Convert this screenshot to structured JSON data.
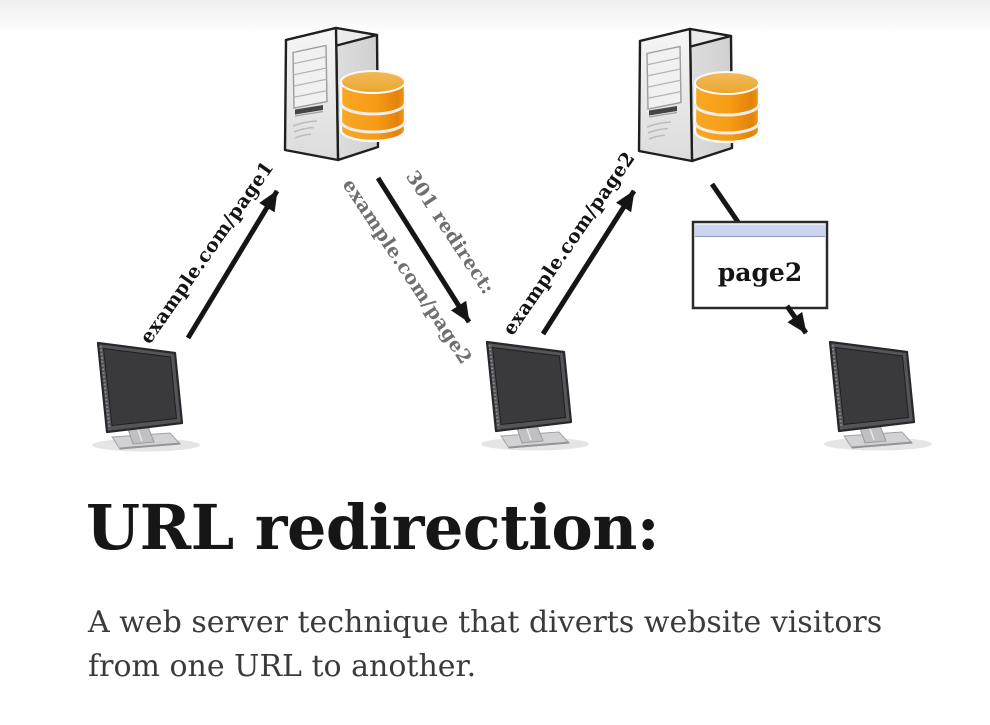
{
  "heading": {
    "title": "URL redirection:"
  },
  "description": {
    "text": "A web server technique that diverts website visitors from one URL to another."
  },
  "diagram": {
    "labels": {
      "request1": "example.com/page1",
      "redirect_status": "301 redirect:",
      "redirect_location": "example.com/page2",
      "request2": "example.com/page2",
      "window_content": "page2"
    },
    "icons": {
      "server": "server-tower-with-database-icon",
      "database": "database-cylinder-icon",
      "monitor": "computer-monitor-icon",
      "window": "browser-window"
    },
    "colors": {
      "database_orange": "#F79C14",
      "database_top_orange": "#E9A72F",
      "window_titlebar": "#CDD4F2",
      "arrow_black": "#151515",
      "gray_label": "#6F6F6F"
    }
  }
}
